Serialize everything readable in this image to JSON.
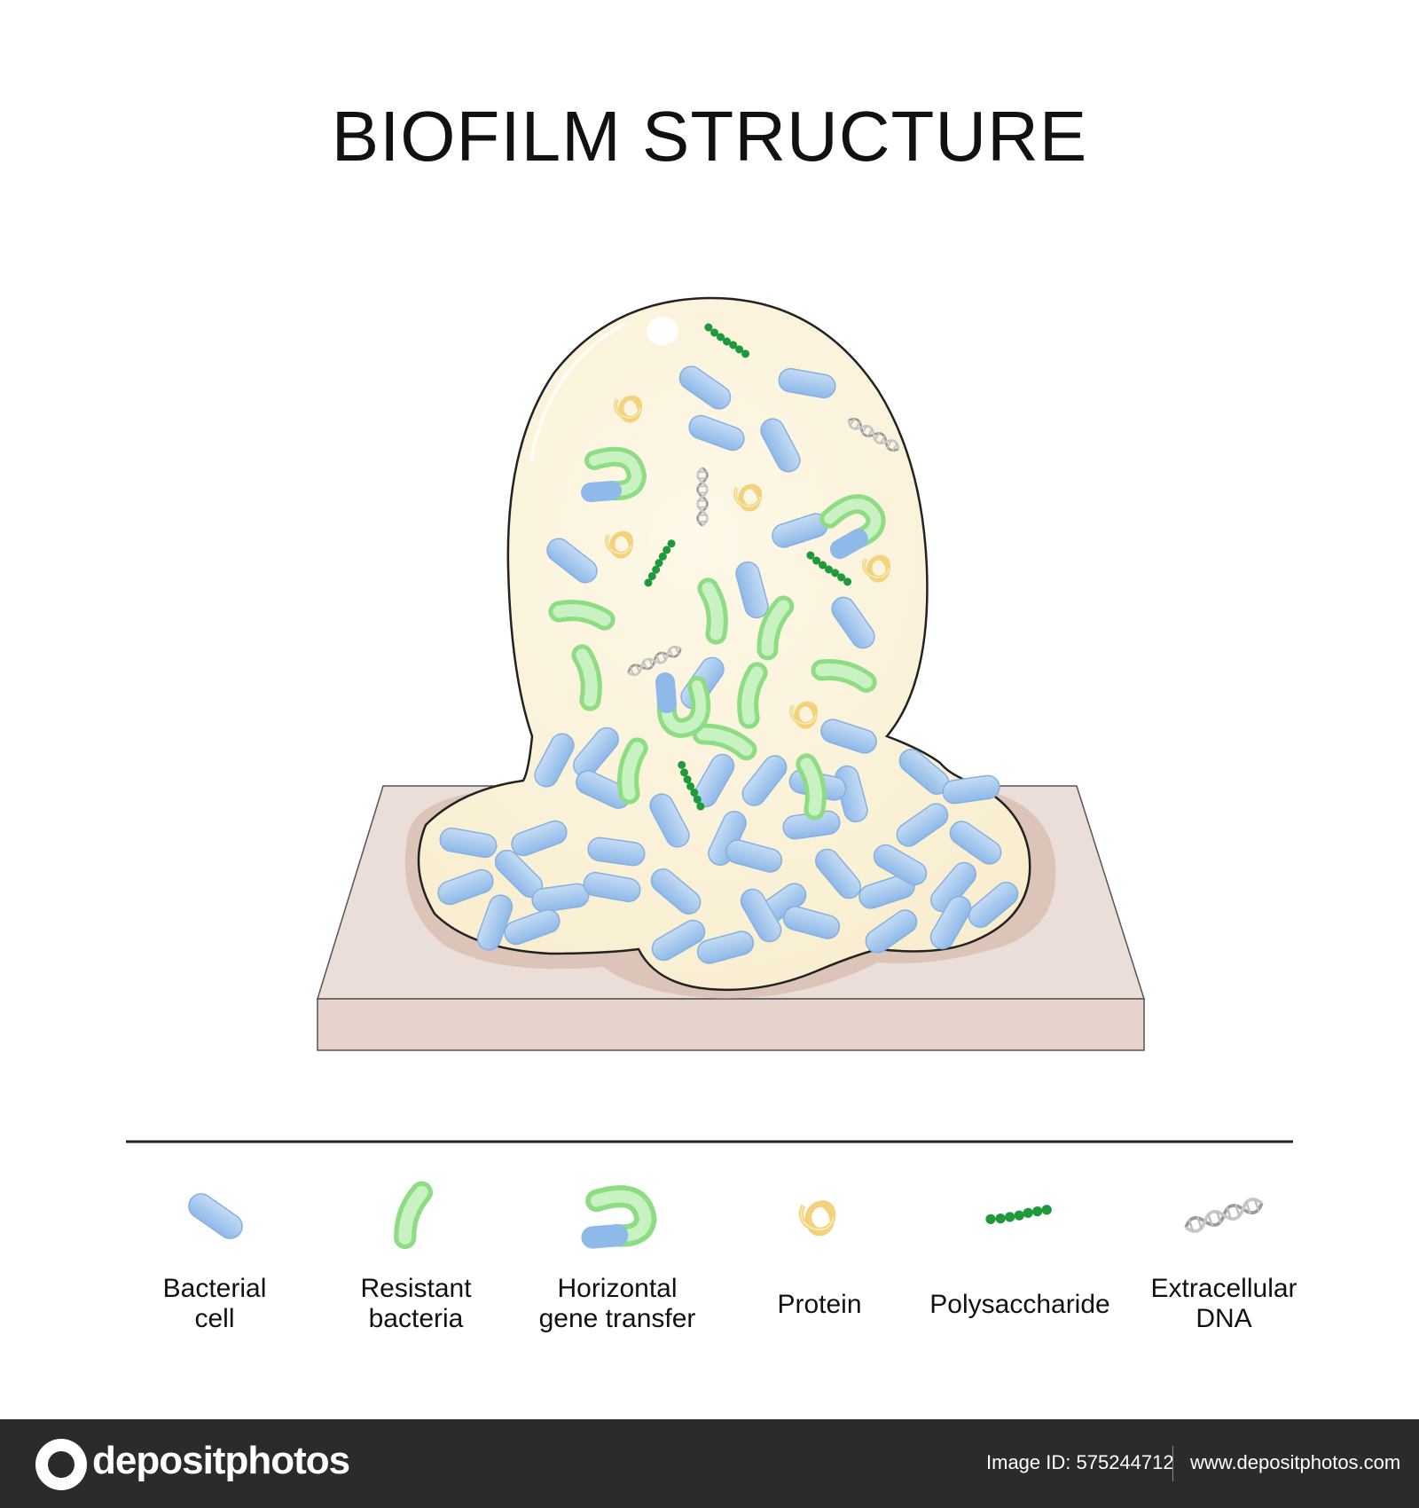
{
  "title": "BIOFILM STRUCTURE",
  "legend": [
    {
      "icon": "bacterial-cell-icon",
      "label_line1": "Bacterial",
      "label_line2": "cell"
    },
    {
      "icon": "resistant-bacteria-icon",
      "label_line1": "Resistant",
      "label_line2": "bacteria"
    },
    {
      "icon": "gene-transfer-icon",
      "label_line1": "Horizontal",
      "label_line2": "gene transfer"
    },
    {
      "icon": "protein-icon",
      "label_line1": "Protein",
      "label_line2": ""
    },
    {
      "icon": "polysaccharide-icon",
      "label_line1": "Polysaccharide",
      "label_line2": ""
    },
    {
      "icon": "dna-icon",
      "label_line1": "Extracellular",
      "label_line2": "DNA"
    }
  ],
  "colors": {
    "bacterial_cell": "#a9cdf0",
    "resistant_bacteria": "#b7ecb0",
    "matrix": "#fbf3dc",
    "substrate": "#e9dad3",
    "polysaccharide": "#1e9a3c",
    "protein": "#f5d88a",
    "dna": "#b8b8b8"
  },
  "footer": {
    "brand": "depositphotos",
    "image_id": "Image ID: 575244712",
    "site": "www.depositphotos.com"
  }
}
